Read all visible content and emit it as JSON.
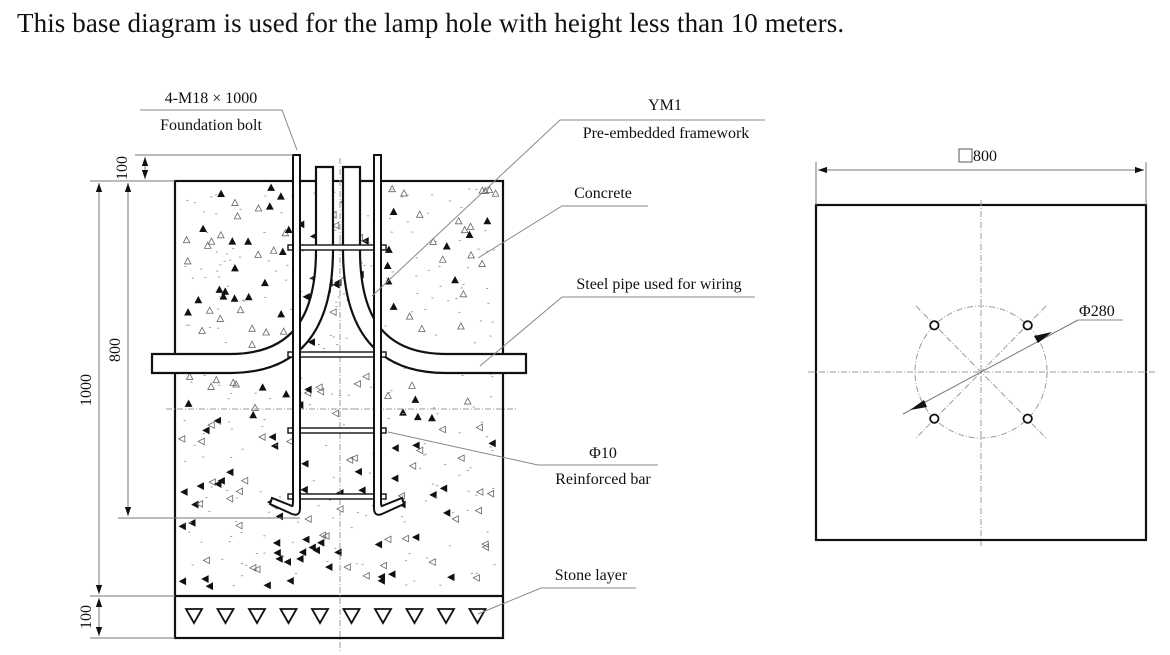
{
  "title": "This base diagram is used for the lamp hole with height less than 10 meters.",
  "section_view": {
    "labels": {
      "bolt_spec": "4-M18 × 1000",
      "bolt_name": "Foundation bolt",
      "framework_code": "YM1",
      "framework_name": "Pre-embedded framework",
      "concrete": "Concrete",
      "steel_pipe": "Steel pipe used for wiring",
      "rebar_spec": "Φ10",
      "rebar_name": "Reinforced bar",
      "stone_layer": "Stone layer"
    },
    "dimensions": {
      "bolt_protrusion": "100",
      "bolt_embed": "800",
      "foundation_depth": "1000",
      "stone_layer_thickness": "100"
    }
  },
  "plan_view": {
    "dimensions": {
      "square_size": "800",
      "bolt_circle": "Φ280"
    },
    "bolt_hole_count": 4
  },
  "colors": {
    "line": "#111111",
    "leader": "#888888",
    "centerline": "#999999"
  }
}
